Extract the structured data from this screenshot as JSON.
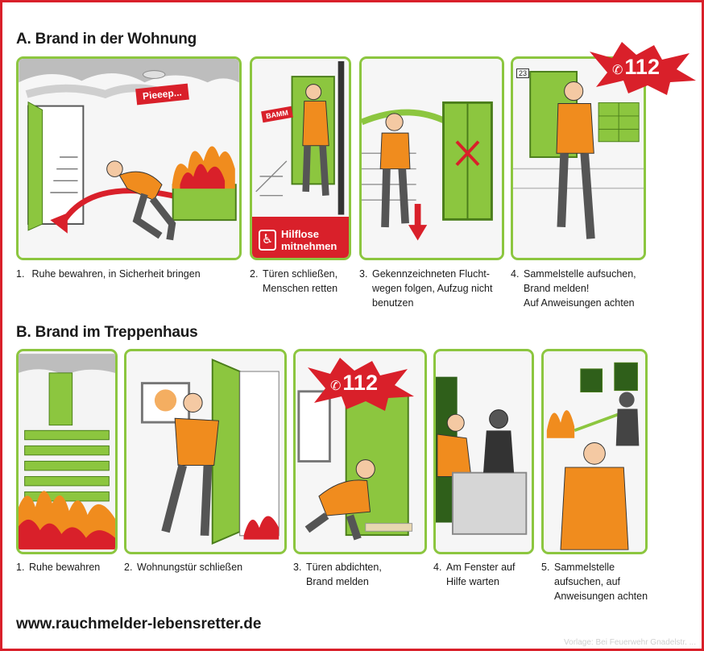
{
  "section_a": {
    "title": "A. Brand in der Wohnung",
    "steps": [
      {
        "num": "1.",
        "lines": [
          "Ruhe bewahren, in Sicherheit bringen"
        ]
      },
      {
        "num": "2.",
        "lines": [
          "Türen schließen,",
          "Menschen retten"
        ]
      },
      {
        "num": "3.",
        "lines": [
          "Gekennzeichneten Flucht-",
          "wegen folgen, Aufzug nicht",
          "benutzen"
        ]
      },
      {
        "num": "4.",
        "lines": [
          "Sammelstelle aufsuchen,",
          "Brand melden!",
          "Auf Anweisungen achten"
        ]
      }
    ],
    "bubbles": {
      "beep": "Pieeep...",
      "bang": "BAMM",
      "help_sign": [
        "Hilflose",
        "mitnehmen"
      ],
      "door_number": "23",
      "emergency": "112"
    }
  },
  "section_b": {
    "title": "B. Brand im Treppenhaus",
    "steps": [
      {
        "num": "1.",
        "lines": [
          "Ruhe bewahren"
        ]
      },
      {
        "num": "2.",
        "lines": [
          "Wohnungstür schließen"
        ]
      },
      {
        "num": "3.",
        "lines": [
          "Türen abdichten,",
          "Brand melden"
        ]
      },
      {
        "num": "4.",
        "lines": [
          "Am Fenster auf",
          "Hilfe warten"
        ]
      },
      {
        "num": "5.",
        "lines": [
          "Sammelstelle",
          "aufsuchen, auf",
          "Anweisungen achten"
        ]
      }
    ],
    "bubbles": {
      "emergency": "112"
    }
  },
  "footer": {
    "url": "www.rauchmelder-lebensretter.de",
    "watermark": "Vorlage: Bei Feuerwehr Gnadelstr. ..."
  },
  "colors": {
    "accent_green": "#8cc63f",
    "fire_red": "#d9202a",
    "shirt_orange": "#f08c1e"
  }
}
